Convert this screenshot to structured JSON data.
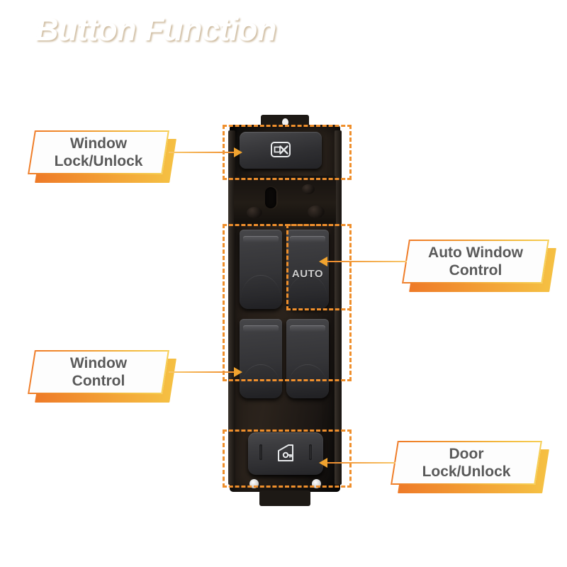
{
  "header": {
    "title": "Button Function",
    "accent_start": "#e9c35c",
    "accent_mid": "#f3c98d",
    "accent_end": "#ffffff"
  },
  "product": {
    "name": "power window master switch panel",
    "body_color": "#1d1915",
    "button_color": "#3a3a3d",
    "highlight_color": "#ef8f2c",
    "auto_button_text": "AUTO"
  },
  "callouts": [
    {
      "id": "window-lock-unlock",
      "label": "Window\nLock/Unlock",
      "side": "left",
      "icon": "window-lock-icon"
    },
    {
      "id": "auto-window-control",
      "label": "Auto Window\nControl",
      "side": "right",
      "icon": "auto-window-icon"
    },
    {
      "id": "window-control",
      "label": "Window\nControl",
      "side": "left",
      "icon": "window-rocker-icon"
    },
    {
      "id": "door-lock-unlock",
      "label": "Door\nLock/Unlock",
      "side": "right",
      "icon": "door-lock-icon"
    }
  ]
}
